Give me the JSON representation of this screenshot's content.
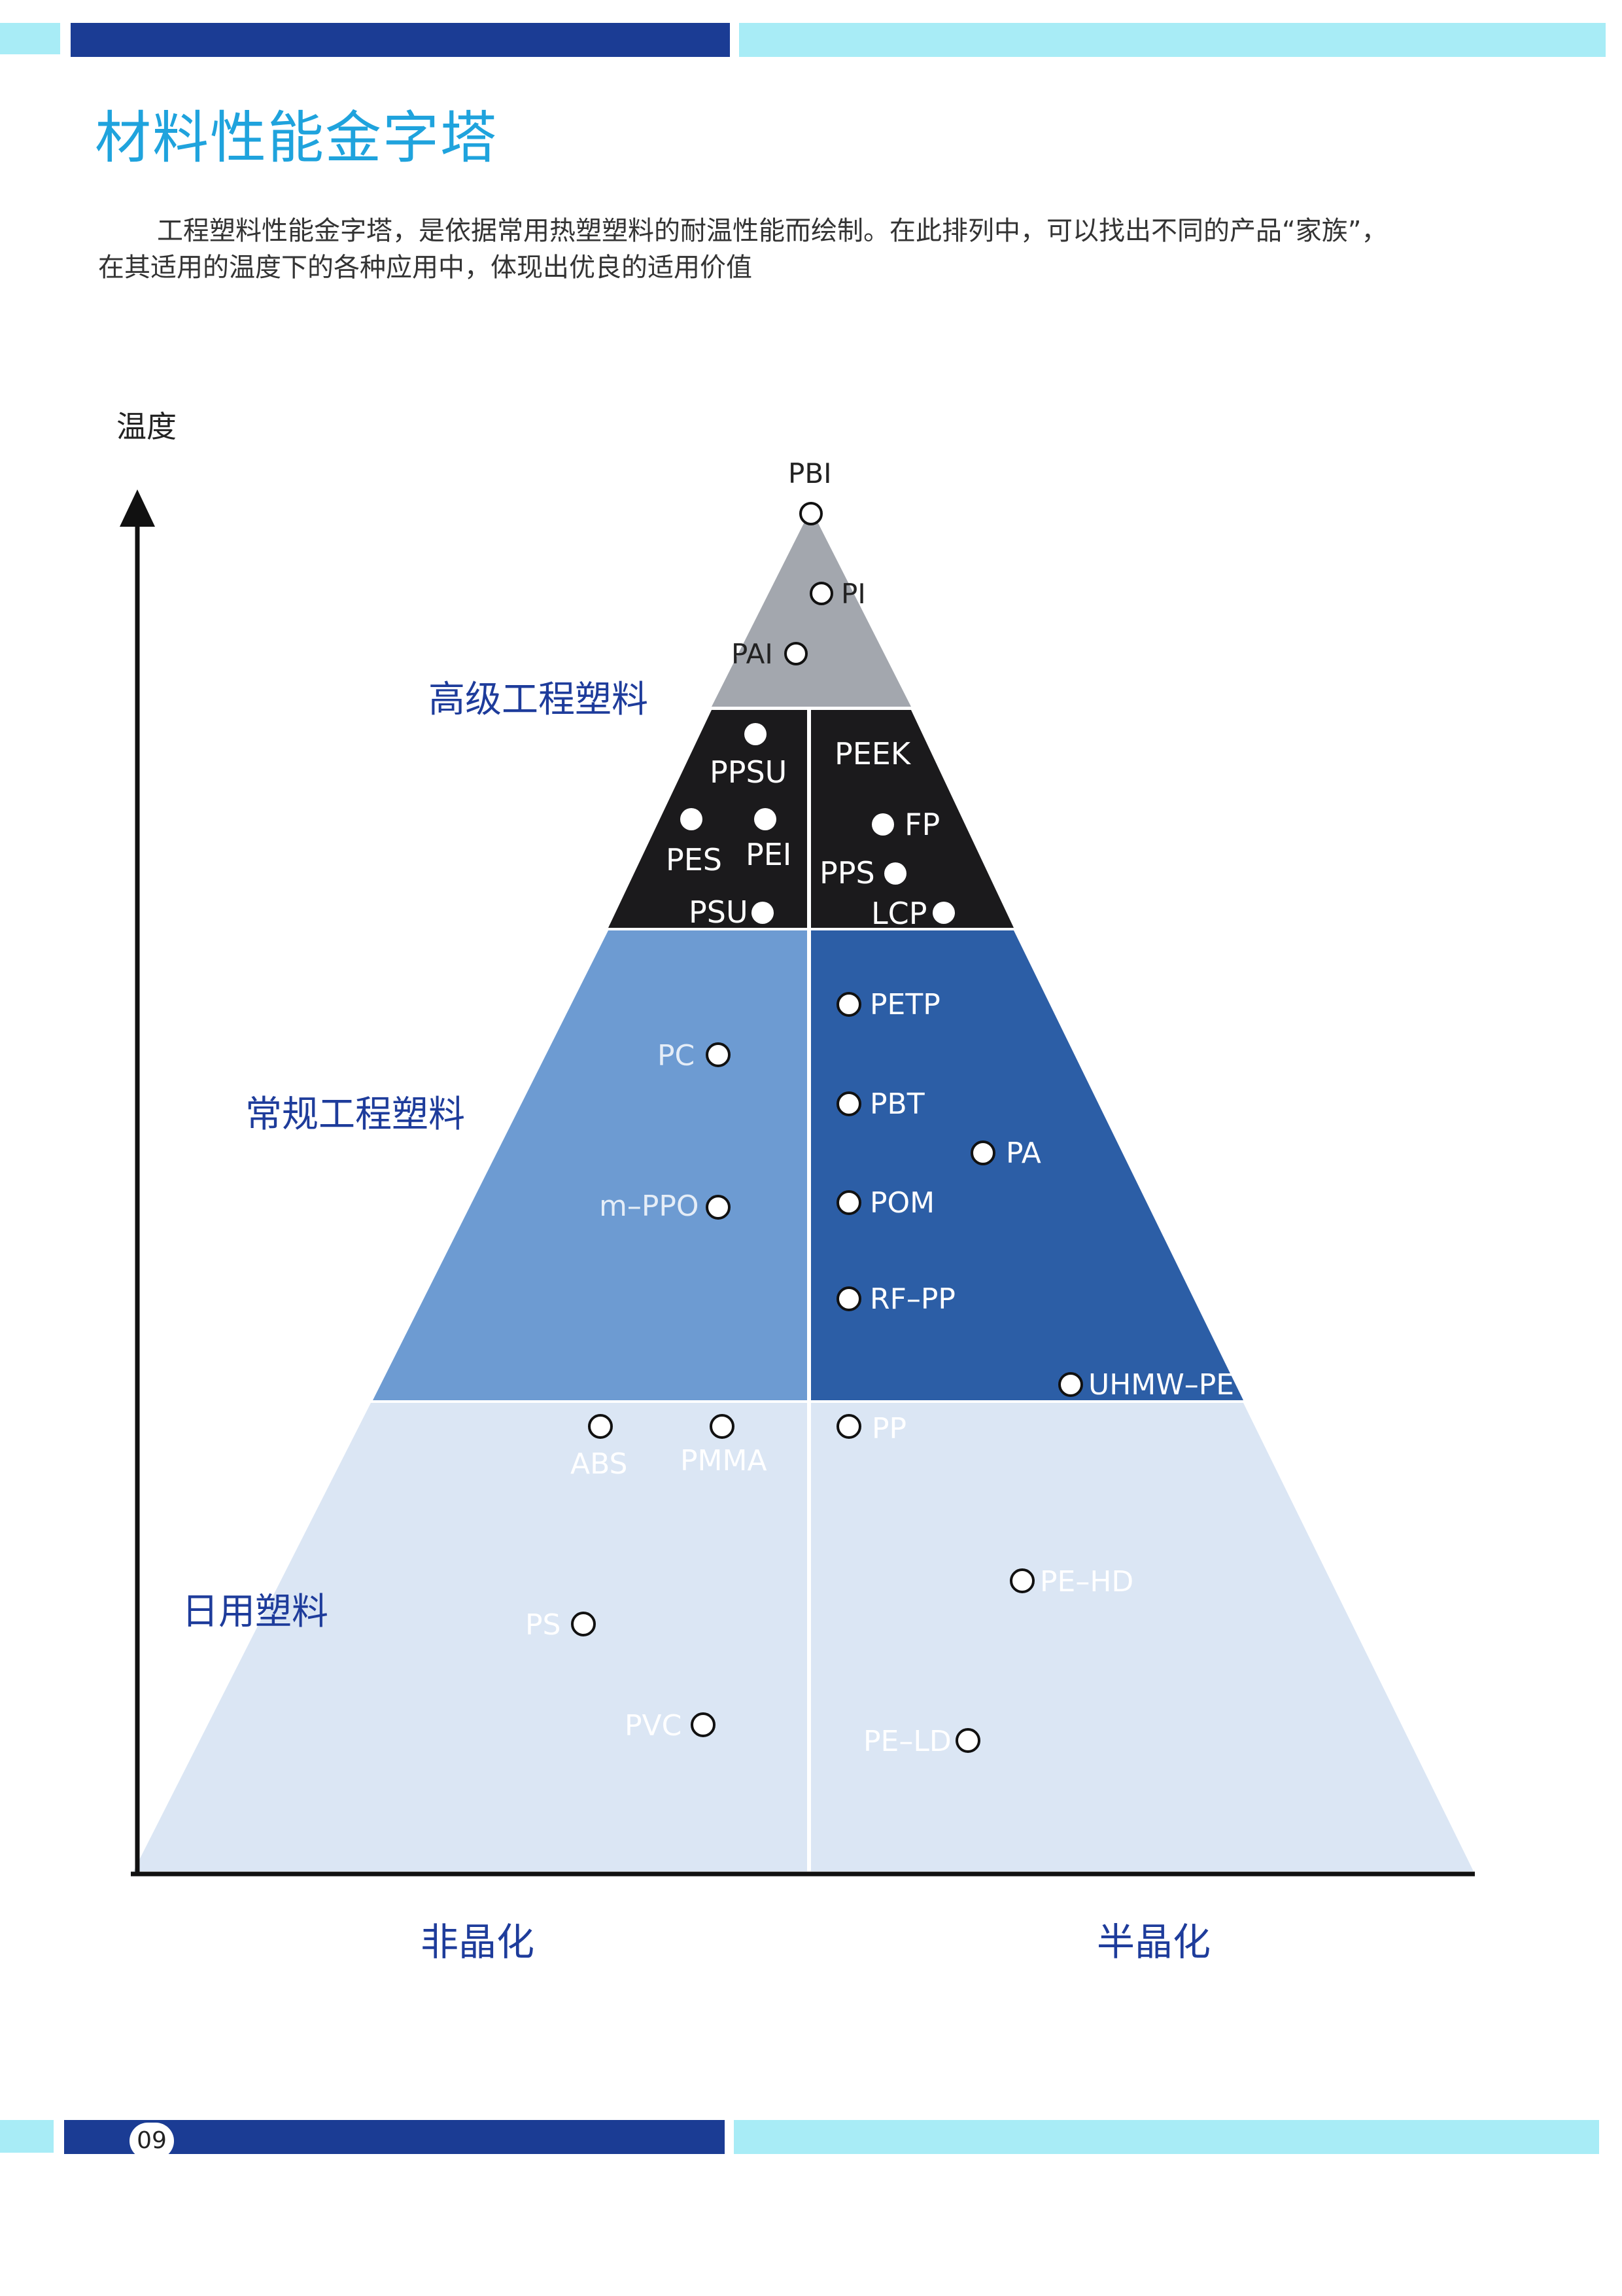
{
  "page": {
    "title": "材料性能金字塔",
    "intro_line1": "工程塑料性能金字塔，是依据常用热塑塑料的耐温性能而绘制。在此排列中，可以找出不同的产品“家族”，",
    "intro_line2": "在其适用的温度下的各种应用中，体现出优良的适用价值",
    "page_number": "09"
  },
  "colors": {
    "title": "#1fa3dd",
    "dark_blue": "#1b3c94",
    "light_cyan": "#a8ecf6",
    "tier_top": "#a3a7ae",
    "tier_high": "#1b1a1c",
    "tier_mid_left": "#6d9bd2",
    "tier_mid_right": "#2c5ea6",
    "tier_base": "#dbe6f4",
    "tier_label": "#1e3c9b"
  },
  "axes": {
    "y_label": "温度",
    "x_left_label": "非晶化",
    "x_right_label": "半晶化"
  },
  "tiers": {
    "high": "高级工程塑料",
    "mid": "常规工程塑料",
    "base": "日用塑料"
  },
  "materials": {
    "pbi": "PBI",
    "pi": "PI",
    "pai": "PAI",
    "ppsu": "PPSU",
    "pes": "PES",
    "pei": "PEI",
    "psu": "PSU",
    "peek": "PEEK",
    "fp": "FP",
    "pps": "PPS",
    "lcp": "LCP",
    "pc": "PC",
    "mppo": "m–PPO",
    "petp": "PETP",
    "pbt": "PBT",
    "pa": "PA",
    "pom": "POM",
    "rfpp": "RF–PP",
    "uhmwpe": "UHMW–PE",
    "abs": "ABS",
    "pmma": "PMMA",
    "ps": "PS",
    "pvc": "PVC",
    "pp": "PP",
    "pehd": "PE–HD",
    "peld": "PE–LD"
  }
}
